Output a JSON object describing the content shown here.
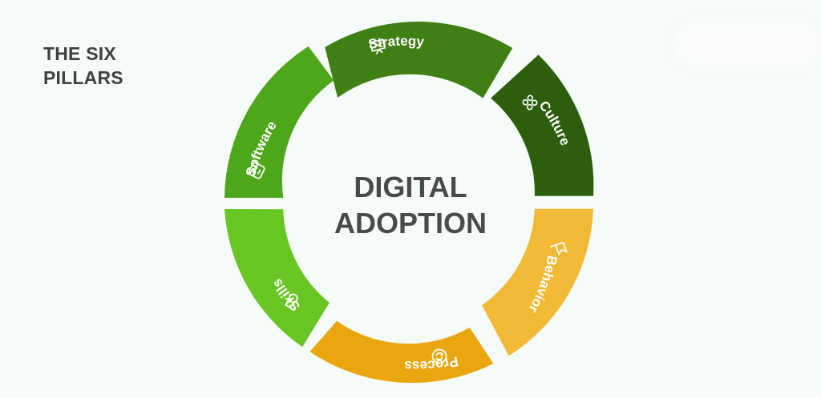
{
  "heading": {
    "line1": "THE SIX",
    "line2": "PILLARS"
  },
  "center": {
    "line1": "DIGITAL",
    "line2": "ADOPTION"
  },
  "pillars": [
    {
      "label": "Strategy",
      "color": "#3f7f14",
      "icon": "presentation-chart-icon"
    },
    {
      "label": "Culture",
      "color": "#2c5e0e",
      "icon": "people-group-icon"
    },
    {
      "label": "Behavior",
      "color": "#f2b937",
      "icon": "flag-icon"
    },
    {
      "label": "Process",
      "color": "#eaa60f",
      "icon": "refresh-cycle-icon"
    },
    {
      "label": "Skills",
      "color": "#68c524",
      "icon": "medal-icon"
    },
    {
      "label": "Software",
      "color": "#4ea61a",
      "icon": "software-window-icon"
    }
  ]
}
